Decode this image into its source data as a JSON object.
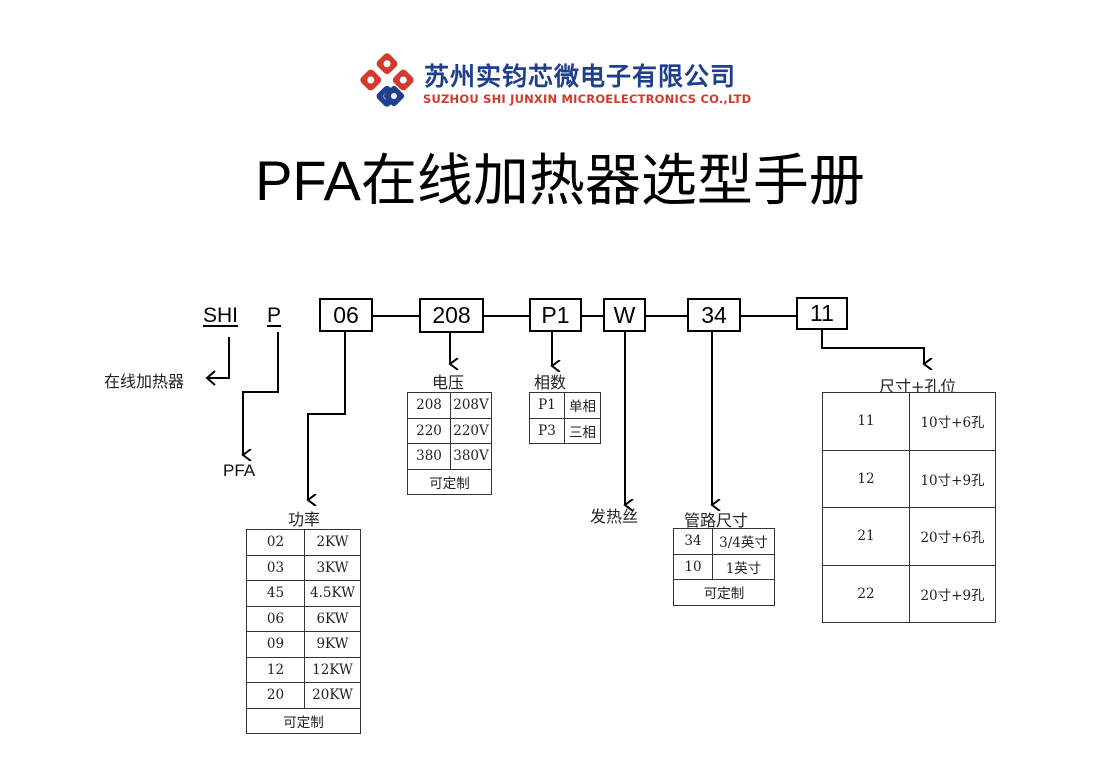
{
  "header": {
    "company_cn": "苏州实钧芯微电子有限公司",
    "company_en": "SUZHOU SHI JUNXIN MICROELECTRONICS CO.,LTD",
    "logo_colors": {
      "red": "#d13a2e",
      "blue": "#1e3f8c"
    },
    "title": "PFA在线加热器选型手册"
  },
  "model_code": {
    "prefix": "SHI",
    "material_code": "P",
    "segments": [
      "06",
      "208",
      "P1",
      "W",
      "34",
      "11"
    ]
  },
  "annotations": {
    "prefix_meaning": "在线加热器",
    "material_meaning": "PFA",
    "heater_wire": "发热丝"
  },
  "power": {
    "title": "功率",
    "rows": [
      [
        "02",
        "2KW"
      ],
      [
        "03",
        "3KW"
      ],
      [
        "45",
        "4.5KW"
      ],
      [
        "06",
        "6KW"
      ],
      [
        "09",
        "9KW"
      ],
      [
        "12",
        "12KW"
      ],
      [
        "20",
        "20KW"
      ]
    ],
    "footer": "可定制"
  },
  "voltage": {
    "title": "电压",
    "rows": [
      [
        "208",
        "208V"
      ],
      [
        "220",
        "220V"
      ],
      [
        "380",
        "380V"
      ]
    ],
    "footer": "可定制"
  },
  "phase": {
    "title": "相数",
    "rows": [
      [
        "P1",
        "单相"
      ],
      [
        "P3",
        "三相"
      ]
    ]
  },
  "pipe_size": {
    "title": "管路尺寸",
    "rows": [
      [
        "34",
        "3/4英寸"
      ],
      [
        "10",
        "1英寸"
      ]
    ],
    "footer": "可定制"
  },
  "size_holes": {
    "title": "尺寸+孔位",
    "rows": [
      [
        "11",
        "10寸+6孔"
      ],
      [
        "12",
        "10寸+9孔"
      ],
      [
        "21",
        "20寸+6孔"
      ],
      [
        "22",
        "20寸+9孔"
      ]
    ]
  }
}
